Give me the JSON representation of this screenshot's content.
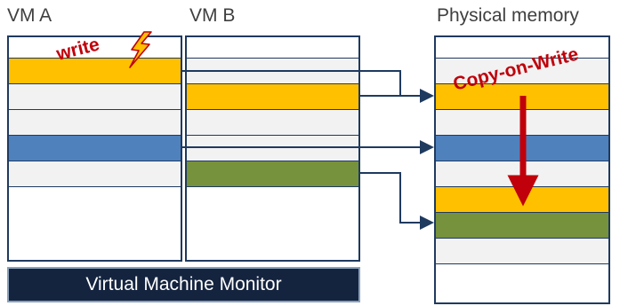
{
  "titles": {
    "vm_a": "VM A",
    "vm_b": "VM B",
    "physical": "Physical memory"
  },
  "vmm_label": "Virtual Machine Monitor",
  "annotations": {
    "write": "write",
    "copy_on_write": "Copy-on-Write"
  },
  "colors": {
    "yellow": "#ffc000",
    "blue": "#4f81bd",
    "green": "#76923c",
    "gray": "#f2f2f2",
    "white": "#ffffff",
    "border": "#1f3a5f",
    "arrow": "#1f3a5f",
    "red": "#c0000a"
  },
  "columns": {
    "vm_a_rows": [
      "white",
      "yellow",
      "gray",
      "gray",
      "blue",
      "gray",
      "white"
    ],
    "vm_b_rows": [
      "white",
      "gray",
      "yellow",
      "gray",
      "gray",
      "green",
      "white"
    ],
    "physical_rows": [
      "white",
      "gray",
      "yellow",
      "gray",
      "blue",
      "gray",
      "yellow",
      "green",
      "gray",
      "white"
    ]
  },
  "icons": {
    "lightning": "lightning-icon"
  }
}
